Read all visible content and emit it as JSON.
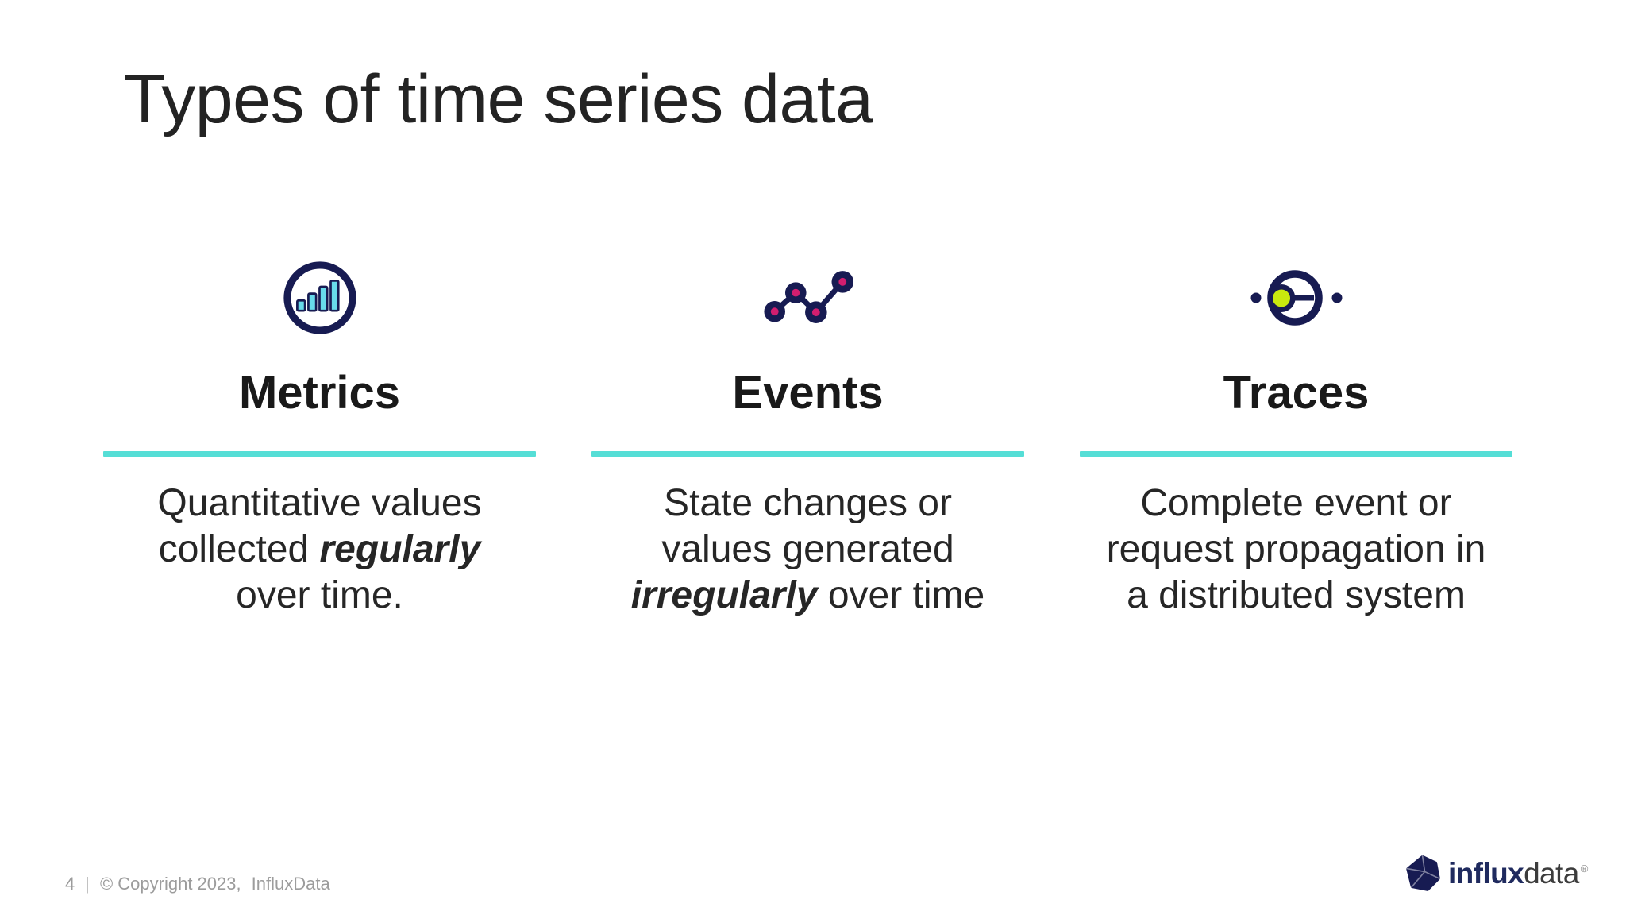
{
  "slide": {
    "title": "Types of time series data",
    "columns": [
      {
        "heading": "Metrics",
        "icon": "metrics-bar-chart-icon",
        "desc_pre": "Quantitative values\ncollected ",
        "desc_em": "regularly",
        "desc_post": "\nover time."
      },
      {
        "heading": "Events",
        "icon": "events-scatter-line-icon",
        "desc_pre": "State changes or\nvalues generated\n",
        "desc_em": "irregularly",
        "desc_post": " over time"
      },
      {
        "heading": "Traces",
        "icon": "traces-span-icon",
        "desc_pre": "Complete event or\nrequest propagation in\na distributed system",
        "desc_em": "",
        "desc_post": ""
      }
    ],
    "footer": {
      "page": "4",
      "divider": "|",
      "copyright": "© Copyright 2023,",
      "company": "InfluxData"
    },
    "logo": {
      "bold": "influx",
      "regular": "data",
      "registered": "®"
    },
    "colors": {
      "navy": "#171B52",
      "pink": "#D21E6F",
      "cyan": "#68DBEA",
      "teal": "#55DED6",
      "chartreuse": "#C9E90E",
      "ink": "#232323",
      "gray": "#9C9C9C"
    }
  }
}
